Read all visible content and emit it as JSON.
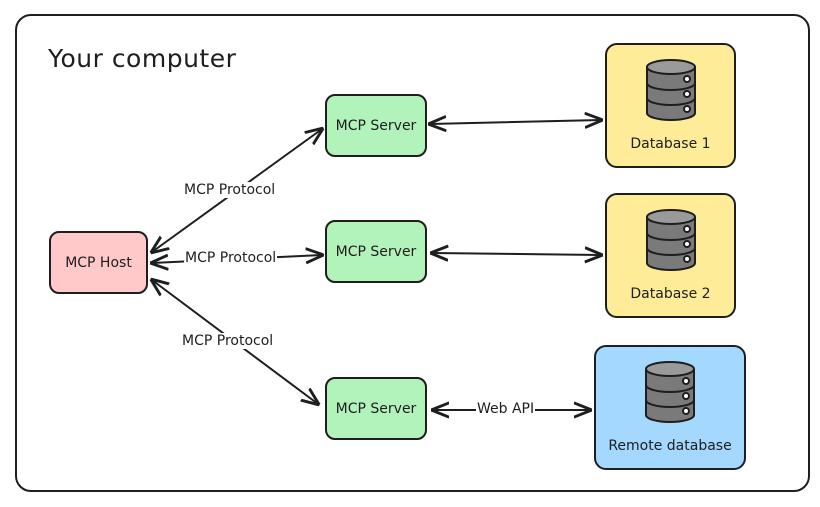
{
  "diagram": {
    "title": "Your computer",
    "host": {
      "label": "MCP Host"
    },
    "servers": [
      {
        "label": "MCP Server"
      },
      {
        "label": "MCP Server"
      },
      {
        "label": "MCP Server"
      }
    ],
    "databases": [
      {
        "label": "Database 1",
        "color": "#ffec99"
      },
      {
        "label": "Database 2",
        "color": "#ffec99"
      },
      {
        "label": "Remote database",
        "color": "#a5d8ff"
      }
    ],
    "edge_labels": {
      "top": "MCP Protocol",
      "middle": "MCP Protocol",
      "bottom": "MCP Protocol",
      "web_api": "Web API"
    }
  }
}
